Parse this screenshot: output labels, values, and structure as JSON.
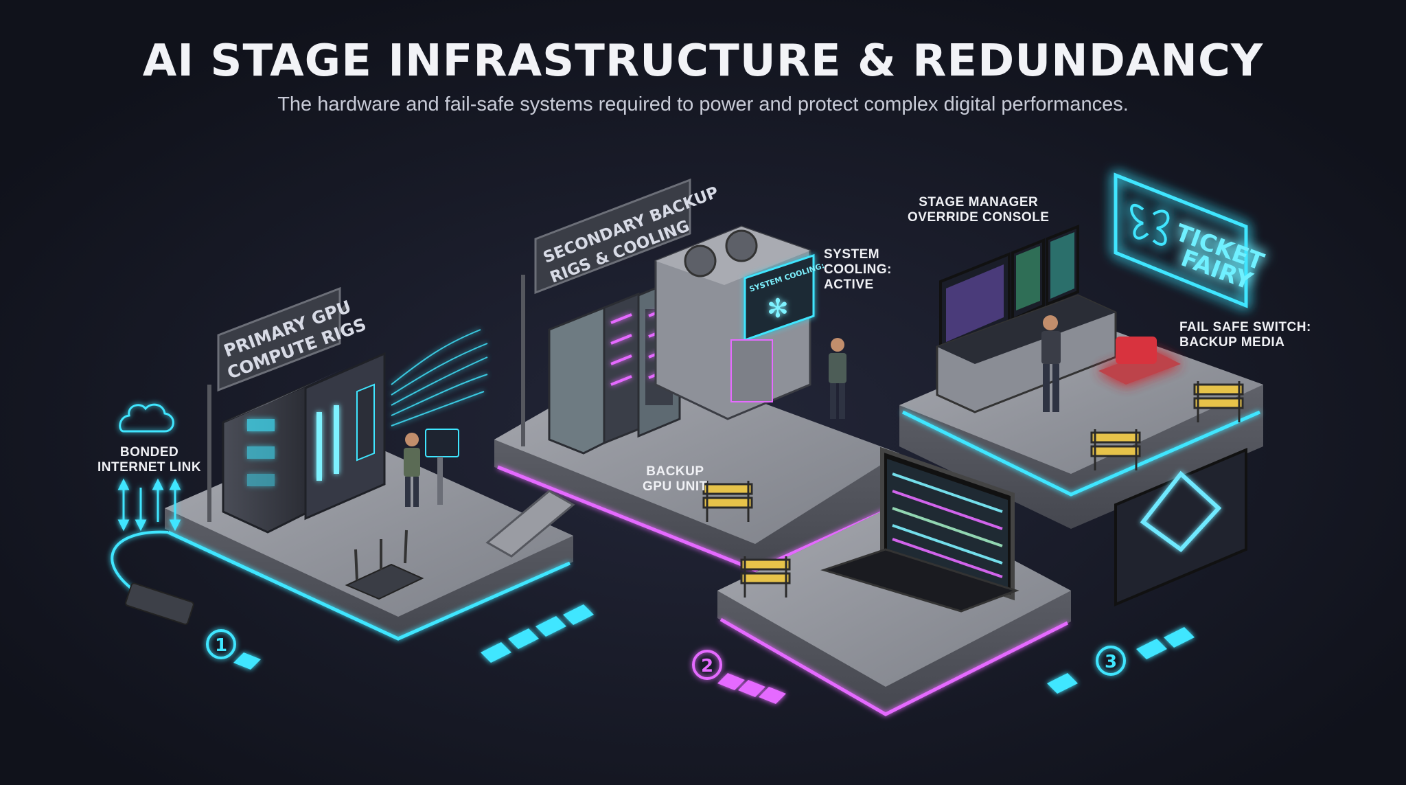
{
  "header": {
    "title": "AI STAGE INFRASTRUCTURE & REDUNDANCY",
    "subtitle": "The hardware and fail-safe systems required to power and protect complex digital performances."
  },
  "signs": {
    "primary": [
      "PRIMARY GPU",
      "COMPUTE RIGS"
    ],
    "secondary": [
      "SECONDARY BACKUP",
      "RIGS & COOLING"
    ],
    "cooling_screen": "SYSTEM COOLING:",
    "brand": [
      "TICKET",
      "FAIRY"
    ]
  },
  "labels": {
    "bonded": [
      "BONDED",
      "INTERNET LINK"
    ],
    "system_cooling": [
      "SYSTEM",
      "COOLING:",
      "ACTIVE"
    ],
    "backup_gpu": [
      "BACKUP",
      "GPU UNIT"
    ],
    "stage_manager": [
      "STAGE MANAGER",
      "OVERRIDE CONSOLE"
    ],
    "fail_safe": [
      "FAIL SAFE SWITCH:",
      "BACKUP MEDIA"
    ]
  },
  "steps": [
    "1",
    "2",
    "3"
  ],
  "colors": {
    "cyan": "#3fe6ff",
    "magenta": "#e56bff",
    "background": "#12141f",
    "platform": "#8d8f96"
  }
}
